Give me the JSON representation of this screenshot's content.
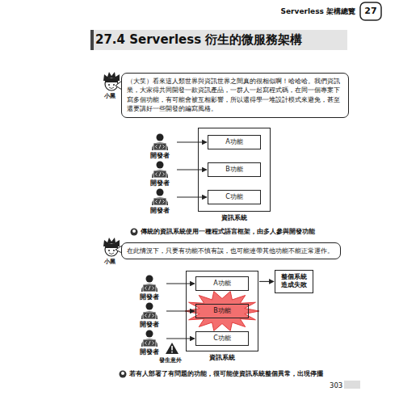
{
  "diagram": {
    "title": "27.4 Serverless 衍生的微服務架構",
    "nodes": [
      {
        "text": [
          "（大笑）看來這人類世界與資訊世界之間真的很相似啊！哈哈哈。我們資訊業，大家得共同開發一款資訊產品，一群人一起寫程式碼，在同一個專案下寫多個功能，有可能會被互相影響，所以還得學一堆設計模式來避免，甚至還要講好一些開發的編寫風格。"
        ]
      },
      {
        "text": [
          "開發者"
        ]
      },
      {
        "text": [
          "開發者"
        ]
      },
      {
        "text": [
          "開發者"
        ]
      },
      {
        "text": [
          "資訊系統"
        ]
      },
      {
        "text": [
          "A功能"
        ],
        "in": 4
      },
      {
        "text": [
          "B功能"
        ],
        "in": 4
      },
      {
        "text": [
          "C功能"
        ],
        "in": 4
      },
      {
        "text": [
          "在此情況下，只要有功能不慎有誤，也可能連帶其他功能不能正常運作。"
        ]
      },
      {
        "text": [
          "開發者"
        ]
      },
      {
        "text": [
          "開發者"
        ]
      },
      {
        "text": [
          "開發者"
        ]
      },
      {
        "text": [
          "資訊系統"
        ]
      },
      {
        "text": [
          "A功能"
        ],
        "in": 12
      },
      {
        "text": [
          "B功能"
        ],
        "in": 12
      },
      {
        "text": [
          "C功能"
        ],
        "in": 12
      },
      {
        "text": [
          "整個系統造成失敗"
        ]
      }
    ],
    "edges": [
      {
        "from": 1,
        "to": 5,
        "arrow": "to"
      },
      {
        "from": 2,
        "to": 6,
        "arrow": "to"
      },
      {
        "from": 3,
        "to": 7,
        "arrow": "to"
      },
      {
        "from": 9,
        "to": 13,
        "arrow": "to"
      },
      {
        "from": 10,
        "to": 14,
        "arrow": "to"
      },
      {
        "from": 11,
        "to": 15,
        "arrow": "to"
      },
      {
        "from": 12,
        "to": 16,
        "arrow": "to"
      }
    ],
    "labels": [
      "Serverless 架構總覽",
      "27",
      "小黑",
      "小黑",
      "發生意外",
      "傳統的資訊系統使用一種程式語言框架，由多人參與開發功能",
      "若有人部署了有問題的功能，很可能使資訊系統整個異常，出現停擺",
      "303"
    ]
  }
}
